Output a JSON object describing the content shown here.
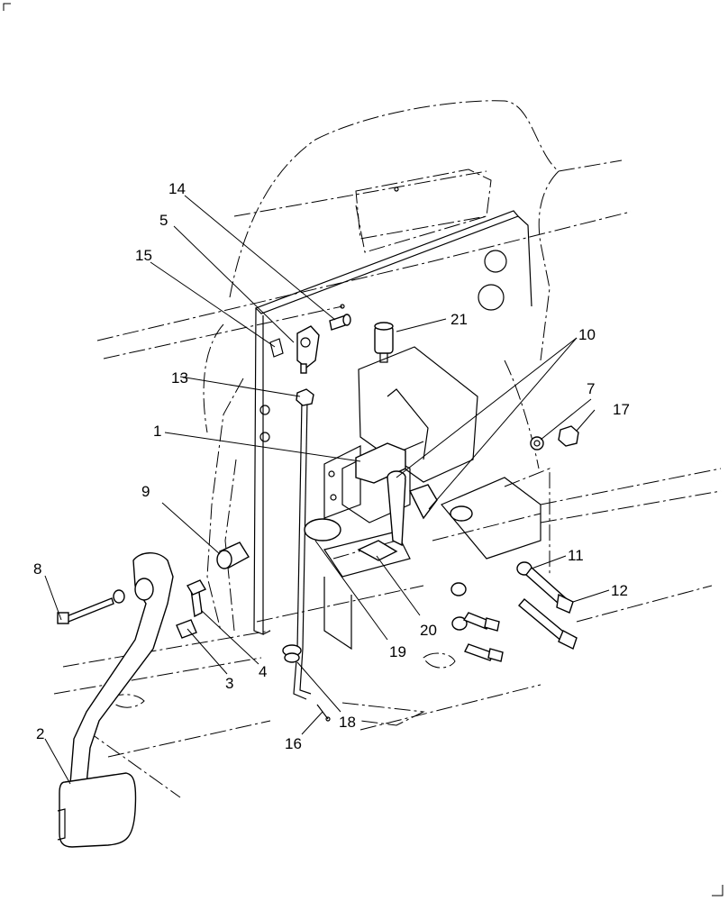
{
  "diagram": {
    "callouts": [
      "14",
      "5",
      "15",
      "21",
      "10",
      "13",
      "7",
      "17",
      "1",
      "9",
      "11",
      "8",
      "12",
      "4",
      "3",
      "19",
      "20",
      "18",
      "2",
      "16"
    ]
  }
}
